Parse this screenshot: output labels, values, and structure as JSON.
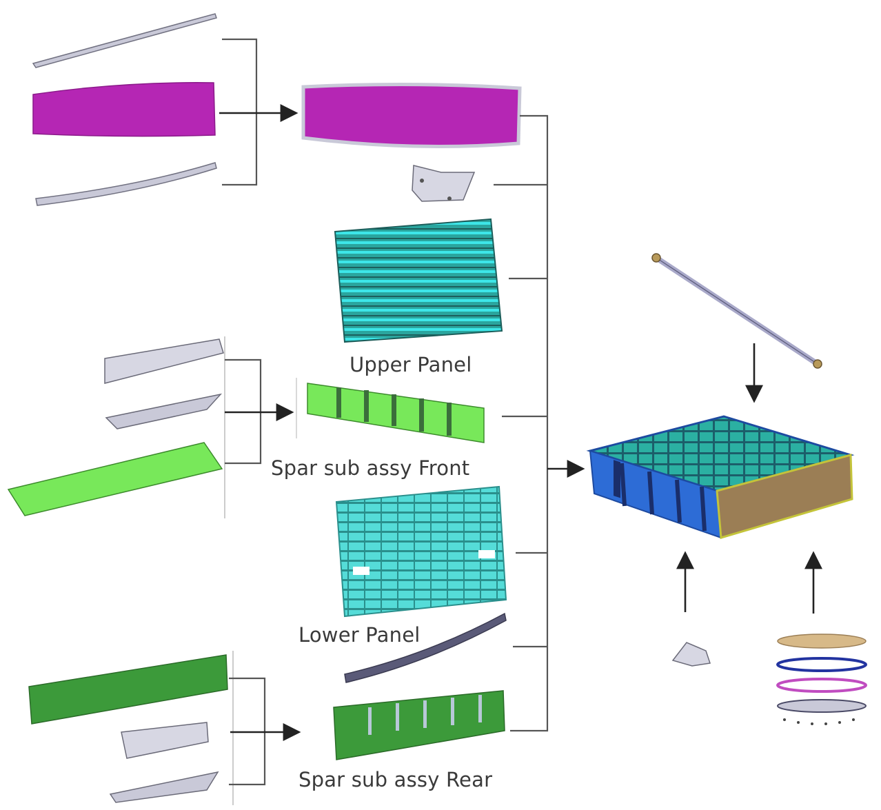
{
  "labels": {
    "upper_panel": "Upper Panel",
    "spar_front": "Spar sub  assy Front",
    "lower_panel": "Lower Panel",
    "spar_rear": "Spar sub  assy Rear"
  },
  "colors": {
    "skin": "#b526b4",
    "skin_edge": "#8a1a89",
    "panel_upper": "#2fb0a8",
    "panel_upper_stripe": "#3ef0f4",
    "panel_lower": "#4fd8d4",
    "spar_front": "#78e85a",
    "spar_rear": "#3c9a3a",
    "grey_part": "#c9c9d8",
    "assembly_blue": "#2d6cd6",
    "assembly_brown": "#9b7e55",
    "line": "#555555"
  }
}
